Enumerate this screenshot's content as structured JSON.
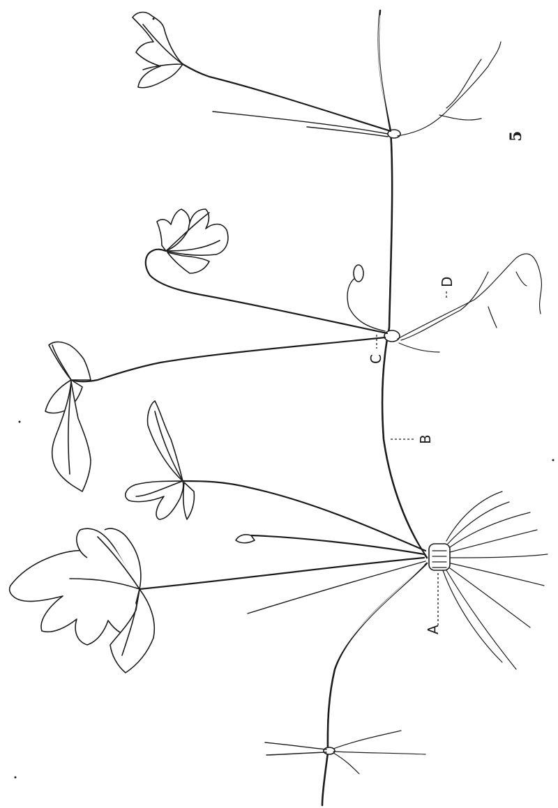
{
  "figure": {
    "labels": {
      "a": "A",
      "b": "B",
      "c": "C",
      "d": "D"
    },
    "figure_number": "5"
  }
}
